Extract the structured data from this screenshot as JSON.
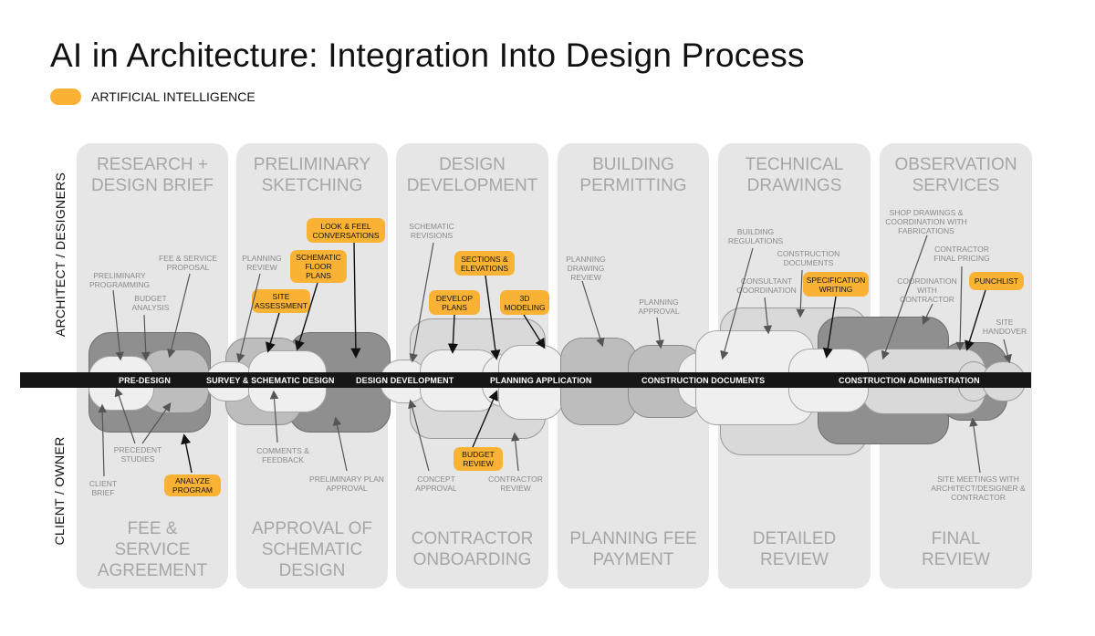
{
  "title": "AI in  Architecture: Integration Into Design Process",
  "legend": {
    "label": "ARTIFICIAL INTELLIGENCE",
    "color": "#f9b233"
  },
  "roles": {
    "top": "ARCHITECT / DESIGNERS",
    "bottom": "CLIENT / OWNER"
  },
  "columns": [
    {
      "top": "RESEARCH +\nDESIGN BRIEF",
      "bottom": "FEE &\nSERVICE\nAGREEMENT"
    },
    {
      "top": "PRELIMINARY\nSKETCHING",
      "bottom": "APPROVAL OF\nSCHEMATIC\nDESIGN"
    },
    {
      "top": "DESIGN\nDEVELOPMENT",
      "bottom": "CONTRACTOR\nONBOARDING"
    },
    {
      "top": "BUILDING\nPERMITTING",
      "bottom": "PLANNING FEE\nPAYMENT"
    },
    {
      "top": "TECHNICAL\nDRAWINGS",
      "bottom": "DETAILED\nREVIEW"
    },
    {
      "top": "OBSERVATION\nSERVICES",
      "bottom": "FINAL\nREVIEW"
    }
  ],
  "stages": [
    "PRE-DESIGN",
    "SURVEY & SCHEMATIC DESIGN",
    "DESIGN DEVELOPMENT",
    "PLANNING APPLICATION",
    "CONSTRUCTION DOCUMENTS",
    "CONSTRUCTION ADMINISTRATION"
  ],
  "annotations": {
    "fee_proposal": "FEE & SERVICE\nPROPOSAL",
    "prelim_programming": "PRELIMINARY\nPROGRAMMING",
    "budget_analysis": "BUDGET\nANALYSIS",
    "precedent_studies": "PRECEDENT\nSTUDIES",
    "client_brief": "CLIENT\nBRIEF",
    "planning_review": "PLANNING\nREVIEW",
    "comments_feedback": "COMMENTS &\nFEEDBACK",
    "prelim_plan_approval": "PRELIMINARY PLAN\nAPPROVAL",
    "schematic_revisions": "SCHEMATIC\nREVISIONS",
    "concept_approval": "CONCEPT\nAPPROVAL",
    "contractor_review": "CONTRACTOR\nREVIEW",
    "planning_drawing_review": "PLANNING\nDRAWING\nREVIEW",
    "planning_approval": "PLANNING\nAPPROVAL",
    "building_regulations": "BUILDING\nREGULATIONS",
    "construction_documents": "CONSTRUCTION\nDOCUMENTS",
    "consultant_coordination": "CONSULTANT\nCOORDINATION",
    "shop_drawings": "SHOP DRAWINGS &\nCOORDINATION WITH\nFABRICATIONS",
    "contractor_final_pricing": "CONTRACTOR\nFINAL PRICING",
    "coordination_contractor": "COORDINATION\nWITH\nCONTRACTOR",
    "site_handover": "SITE\nHANDOVER",
    "site_meetings": "SITE MEETINGS WITH\nARCHITECT/DESIGNER &\nCONTRACTOR"
  },
  "ai_tasks": {
    "analyze_program": "ANALYZE\nPROGRAM",
    "look_feel": "LOOK & FEEL\nCONVERSATIONS",
    "schematic_floor_plans": "SCHEMATIC\nFLOOR\nPLANS",
    "site_assessment": "SITE\nASSESSMENT",
    "sections_elevations": "SECTIONS &\nELEVATIONS",
    "develop_plans": "DEVELOP\nPLANS",
    "modeling_3d": "3D\nMODELING",
    "budget_review": "BUDGET\nREVIEW",
    "specification_writing": "SPECIFICATION\nWRITING",
    "punchlist": "PUNCHLIST"
  }
}
